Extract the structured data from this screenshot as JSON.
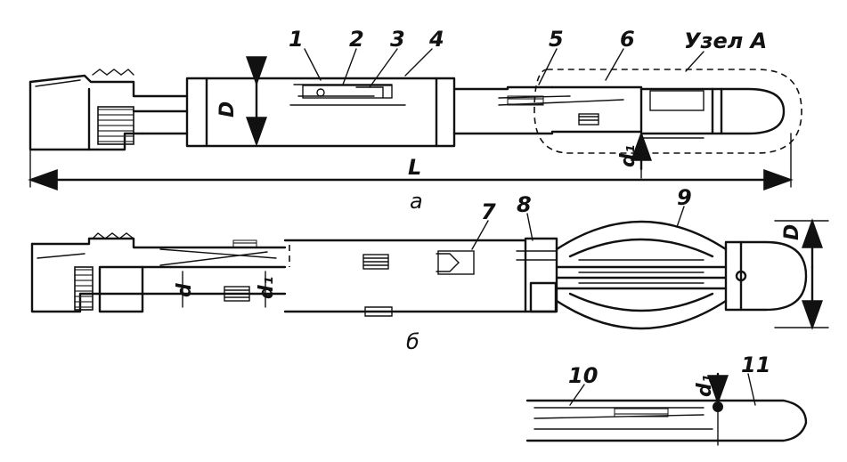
{
  "figure": {
    "view_a_caption": "а",
    "view_b_caption": "б",
    "node_label": "Узел А",
    "dimension_L": "L",
    "dimension_D": "D",
    "dimension_d1": "d₁",
    "dimension_d": "d"
  },
  "callouts": [
    "1",
    "2",
    "3",
    "4",
    "5",
    "6",
    "7",
    "8",
    "9",
    "10",
    "11"
  ]
}
